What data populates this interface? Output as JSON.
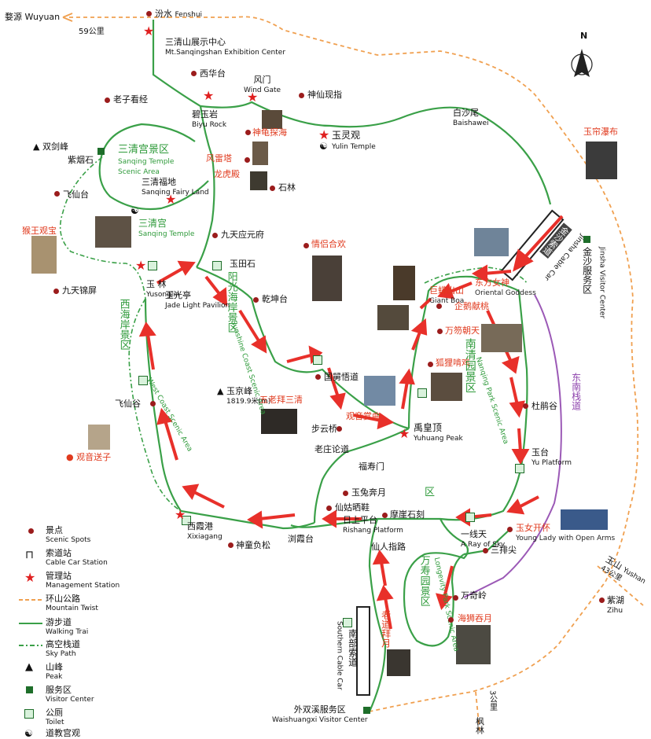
{
  "colors": {
    "road": "#f0a050",
    "walk": "#3aa048",
    "sky": "#3aa048",
    "arrow": "#e8302a",
    "cable": "#9b59b6",
    "spot": "#9b1c1c"
  },
  "compass": {
    "north": "N"
  },
  "places": {
    "wuyuan": "婺源 Wuyuan",
    "km59": "59公里",
    "fenshui_cn": "汾水",
    "fenshui_en": "Fenshui",
    "exhib_cn": "三清山展示中心",
    "exhib_en": "Mt.Sanqingshan Exhibition Center",
    "xihuatai": "西华台",
    "fengmen_cn": "风门",
    "fengmen_en": "Wind Gate",
    "laozi": "老子看经",
    "shenxian": "神仙现指",
    "biyu_cn": "碧玉岩",
    "biyu_en": "Biyu Rock",
    "shengui": "神龟探海",
    "yulin_cn": "玉灵观",
    "yulin_en": "Yulin Temple",
    "baishawei_cn": "白沙尾",
    "baishawei_en": "Baishawei",
    "yulian": "玉帘瀑布",
    "shuangjian": "双剑峰",
    "ziyan": "紫烟石",
    "feixian1": "飞仙台",
    "temple_area_cn": "三清宫景区",
    "temple_area_en1": "Sanqing Temple",
    "temple_area_en2": "Scenic Area",
    "fuland_cn": "三清福地",
    "fuland_en": "Sanqing Fairy Land",
    "fengleita": "风雷塔",
    "longhu": "龙虎殿",
    "shilin": "石林",
    "sanqinggong_cn": "三清宫",
    "sanqinggong_en": "Sanqing Temple",
    "houwang": "猴王观宝",
    "jiutianying": "九天应元府",
    "jiutianjin": "九天锦屏",
    "qinglv": "情侣合欢",
    "yusong_cn": "玉",
    "yusong_cn2": "林",
    "yusong_en": "Yusonglin",
    "yutian": "玉田石",
    "yuguang_cn": "玉光亭",
    "yuguang_en": "Jade Light Pavilion",
    "qiankun": "乾坤台",
    "east_coast_cn": "阳光海岸景区",
    "east_coast_en": "Sunshine Coast Scenic Area",
    "west_coast_cn": "西海岸景区",
    "west_coast_en": "West Coast Scenic Area",
    "jinsha_cable": "金沙索道",
    "jinsha_cable_en": "Jinsha Cable Car",
    "jinsha_vc": "金沙服务区",
    "jinsha_vc_en": "Jinsha Visitor Center",
    "dongfang_cn": "东方女神",
    "dongfang_en": "Oriental Goddess",
    "jumang_cn": "巨蟒出山",
    "jumang_en": "Giant Boa",
    "qie": "企鹅献桃",
    "wanhu": "万笏朝天",
    "huli": "狐狸啃鸡",
    "nanqing_cn": "南清园景区",
    "nanqing_en": "Nanqing Park Scenic Area",
    "guojiu": "国舅悟道",
    "yujing_cn": "玉京峰",
    "yujing_h": "1819.9米(m)",
    "wulao": "五老拜三清",
    "guanyin_zanxian": "观音赏曲",
    "buyun": "步云桥",
    "yuhuang_cn": "禹皇顶",
    "yuhuang_en": "Yuhuang Peak",
    "dujuan": "杜鹃谷",
    "feixian2": "飞仙谷",
    "guanyin_song": "观音送子",
    "laozhuang": "老庄论道",
    "fushou": "福寿门",
    "dongnan": "东南栈道",
    "yutai_cn": "玉台",
    "yutai_en": "Yu Platform",
    "yutu": "玉兔奔月",
    "xiangu": "仙姑晒鞋",
    "risheng_cn": "日上平台",
    "risheng_en": "Rishang Platform",
    "moya": "摩崖石刻",
    "xixia_cn": "西霞港",
    "xixia_en": "Xixiagang",
    "shentong": "神童负松",
    "liuxia": "浏霞台",
    "yuny_cn": "玉女开怀",
    "yuny_en": "Young Lady with Open Arms",
    "yixian_cn": "一线天",
    "yixian_en": "A Ray of Sky",
    "sanpai": "三排尖",
    "xianren": "仙人指路",
    "changshou_cn": "万寿园景区",
    "changshou_en": "Longevity Park Scenic Area",
    "wanqi": "万奇岭",
    "laodao": "老道拜月",
    "haishi": "海狮吞月",
    "south_cable_cn": "南部索道",
    "south_cable_en": "Southern Cable Car",
    "waishuang_cn": "外双溪服务区",
    "waishuang_en": "Waishuangxi Visitor Center",
    "yushan_cn": "玉山",
    "yushan_en": "Yushan",
    "km43": "43公里",
    "zihu_cn": "紫湖",
    "zihu_en": "Zihu",
    "km3": "3公里",
    "fenglin": "枫林"
  },
  "legend": [
    {
      "cn": "景点",
      "en": "Scenic Spots",
      "icon": "spot-icon"
    },
    {
      "cn": "索道站",
      "en": "Cable Car Station",
      "icon": "cable-station-icon"
    },
    {
      "cn": "管理站",
      "en": "Management Station",
      "icon": "star-icon"
    },
    {
      "cn": "环山公路",
      "en": "Mountain Twist",
      "icon": "road-line-icon"
    },
    {
      "cn": "游步道",
      "en": "Walking Trai",
      "icon": "walk-line-icon"
    },
    {
      "cn": "高空栈道",
      "en": "Sky Path",
      "icon": "sky-line-icon"
    },
    {
      "cn": "山峰",
      "en": "Peak",
      "icon": "peak-icon"
    },
    {
      "cn": "服务区",
      "en": "Visitor Center",
      "icon": "visitor-center-icon"
    },
    {
      "cn": "公厕",
      "en": "Toilet",
      "icon": "toilet-icon"
    },
    {
      "cn": "道教宫观",
      "en": "",
      "icon": "taoist-icon"
    }
  ]
}
